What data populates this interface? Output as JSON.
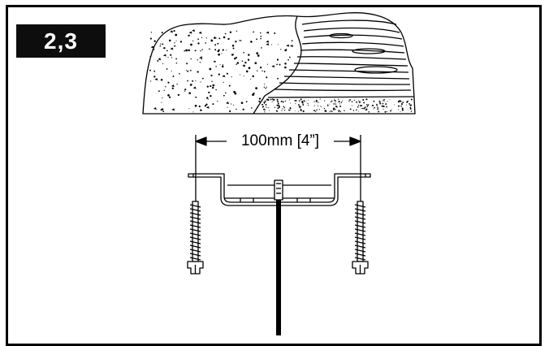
{
  "step": {
    "label": "2,3"
  },
  "dimension": {
    "label": "100mm [4”]"
  },
  "icons": [
    "ceiling-material-illustration",
    "mounting-bracket",
    "screw-icon",
    "mounting-cable"
  ],
  "colors": {
    "ink": "#000000",
    "badge": "#0d0d0d",
    "badge_text": "#ffffff",
    "background": "#ffffff"
  }
}
